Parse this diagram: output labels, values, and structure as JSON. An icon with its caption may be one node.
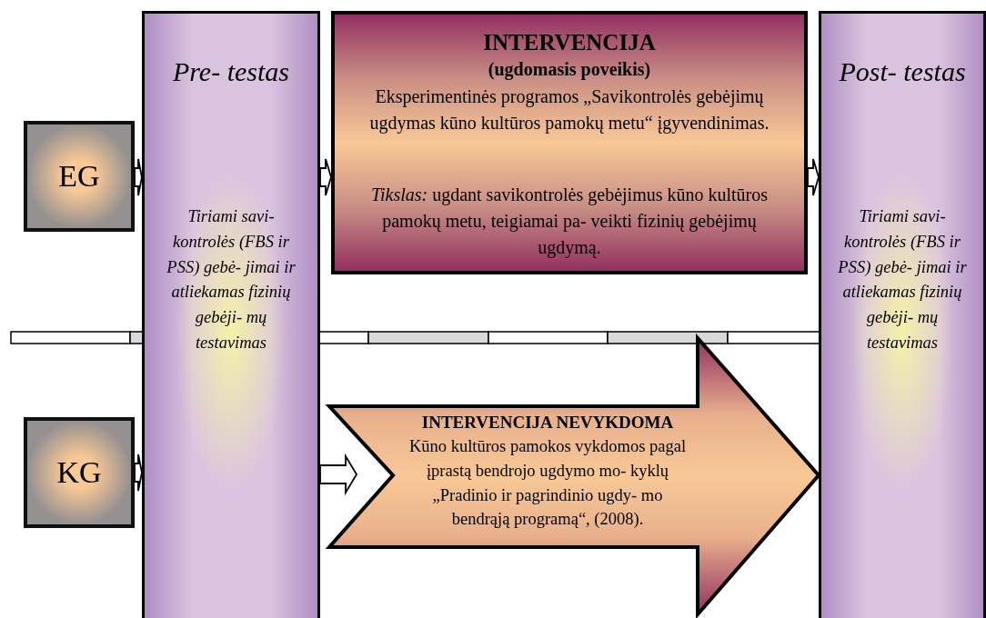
{
  "diagram": {
    "nodes": [
      {
        "text": [
          "Pre- testas",
          "Tiriami savi- kontrolės (FBS ir PSS) gebė- jimai ir atliekamas fizinių gebėji- mų testavimas"
        ]
      },
      {
        "text": [
          "INTERVENCIJA",
          "(ugdomasis poveikis)",
          "Eksperimentinės programos „Savikontrolės gebėjimų ugdymas kūno kultūros pamokų metu“ įgyvendinimas.",
          "*Tikslas:* ugdant savikontrolės gebėjimus kūno kultūros pamokų metu, teigiamai pa- veikti fizinių gebėjimų ugdymą."
        ]
      },
      {
        "text": [
          "Post- testas",
          "Tiriami savi- kontrolės (FBS ir PSS) gebė- jimai ir atliekamas fizinių gebėji- mų testavimas"
        ]
      },
      {
        "text": [
          "EG"
        ]
      },
      {
        "text": [
          "KG"
        ]
      },
      {
        "text": [
          "INTERVENCIJA NEVYKDOMA",
          "Kūno kultūros pamokos vykdomos pagal įprastą bendrojo ugdymo mo- kyklų „Pradinio ir pagrindinio ugdy- mo bendrąją programą“, (2008)."
        ]
      }
    ],
    "edges": [
      {
        "from": 3,
        "to": 0,
        "arrow": "to"
      },
      {
        "from": 4,
        "to": 0,
        "arrow": "to"
      },
      {
        "from": 0,
        "to": 1,
        "arrow": "to"
      },
      {
        "from": 0,
        "to": 5,
        "arrow": "to"
      },
      {
        "from": 1,
        "to": 2,
        "arrow": "to"
      }
    ]
  }
}
